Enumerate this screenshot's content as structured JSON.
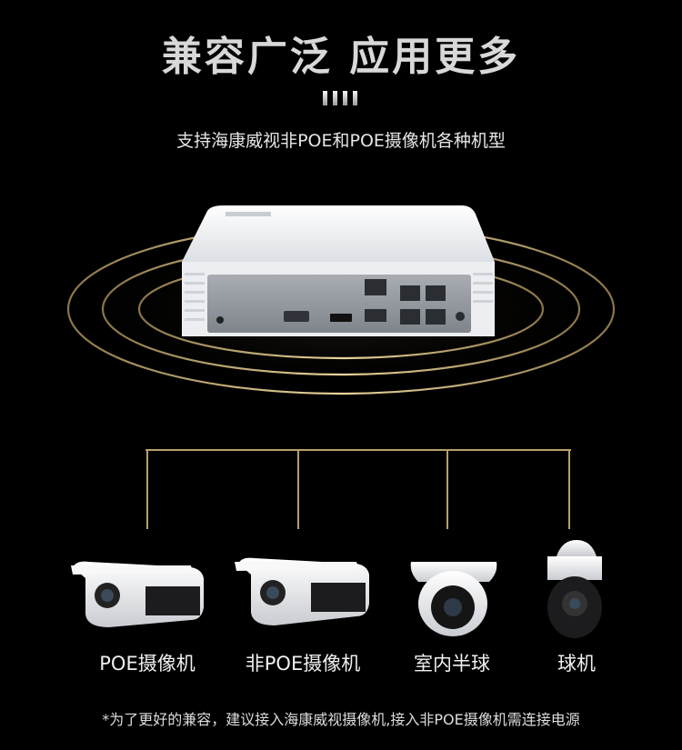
{
  "header": {
    "title": "兼容广泛 应用更多",
    "subtitle": "支持海康威视非POE和POE摄像机各种机型"
  },
  "cameras": [
    {
      "label": "POE摄像机"
    },
    {
      "label": "非POE摄像机"
    },
    {
      "label": "室内半球"
    },
    {
      "label": "球机"
    }
  ],
  "footnote": "*为了更好的兼容，建议接入海康威视摄像机,接入非POE摄像机需连接电源",
  "colors": {
    "background": "#000000",
    "ring_gold": "#c9b27a",
    "line_gold": "#b79f6a"
  }
}
